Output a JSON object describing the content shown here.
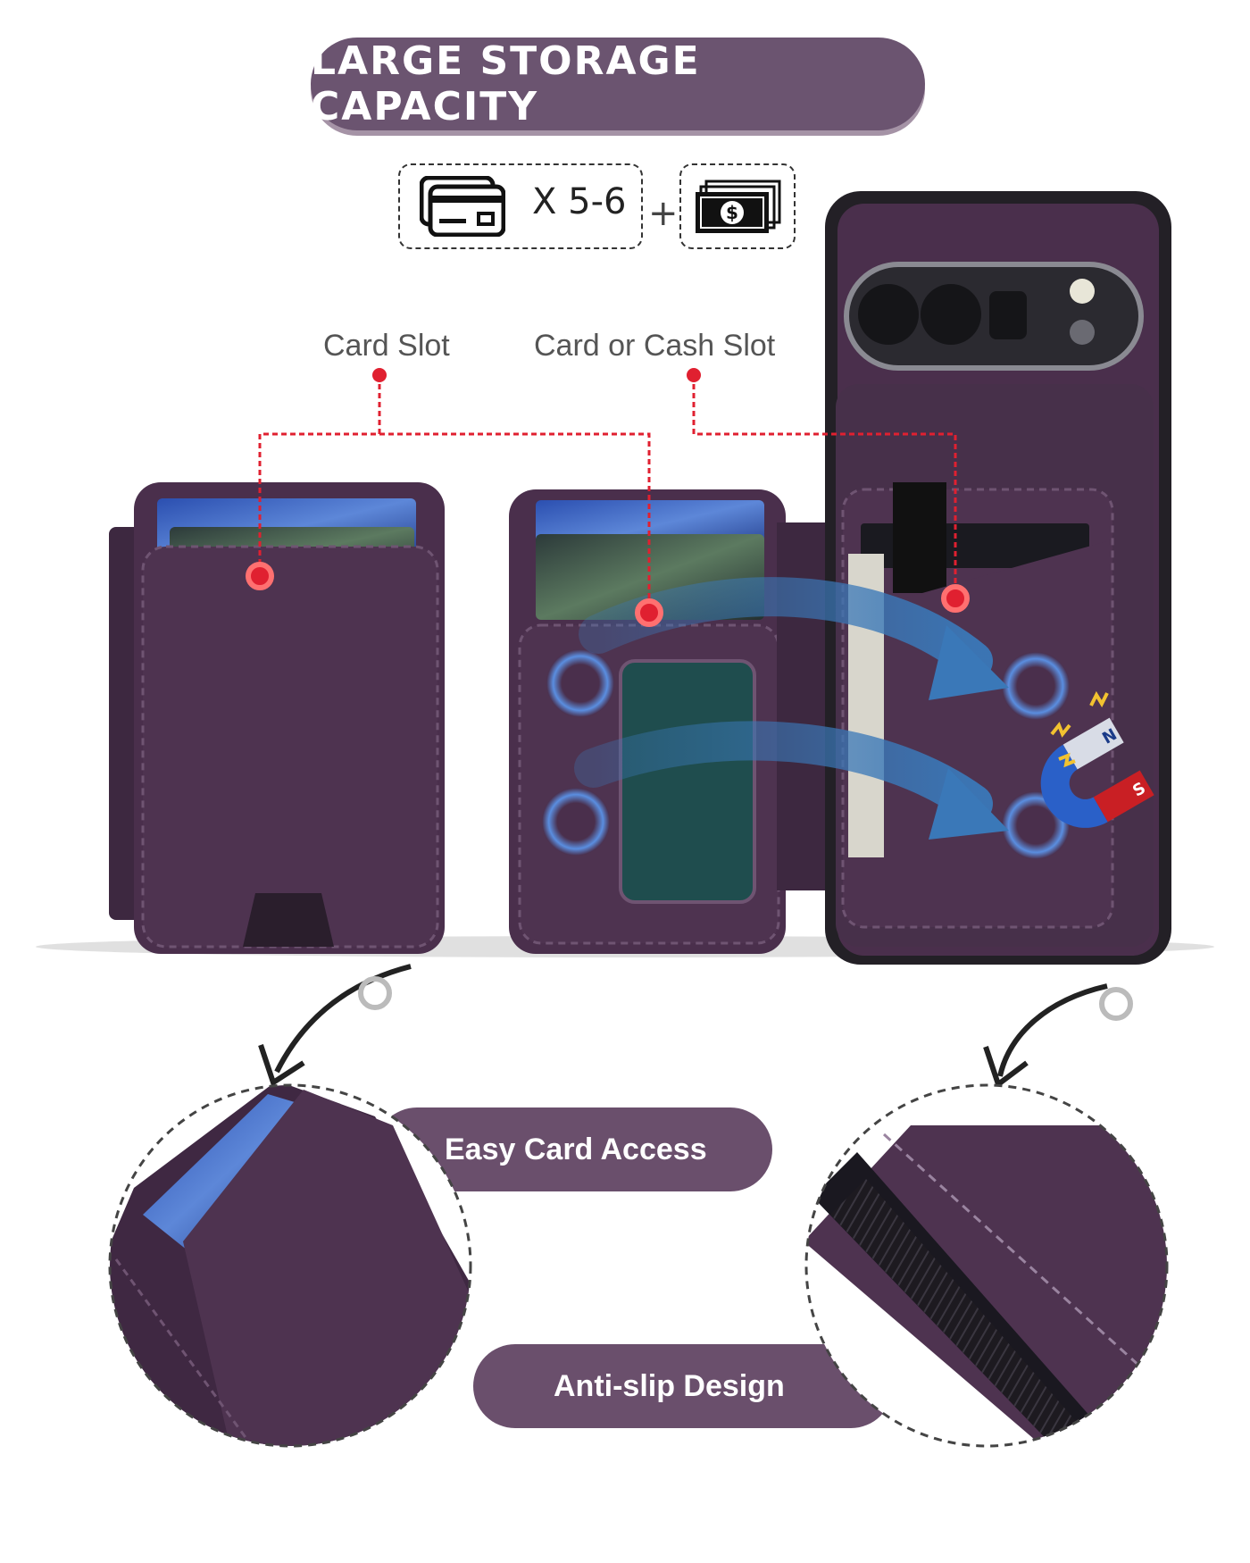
{
  "title": "LARGE STORAGE CAPACITY",
  "capacity": {
    "card_icon": "credit-card-icon",
    "card_count": "X 5-6",
    "plus": "+",
    "cash_icon": "cash-stack-icon",
    "cash_symbol": "$"
  },
  "callouts": {
    "card_slot": "Card Slot",
    "card_or_cash_slot": "Card or Cash Slot"
  },
  "magnet": {
    "north": "N",
    "south": "S"
  },
  "features": {
    "easy_card_access": "Easy Card Access",
    "anti_slip": "Anti-slip Design"
  },
  "colors": {
    "accent": "#6b5470",
    "leather": "#4a2f4c",
    "callout_line": "#e02030",
    "arrow": "#3a78b8"
  }
}
